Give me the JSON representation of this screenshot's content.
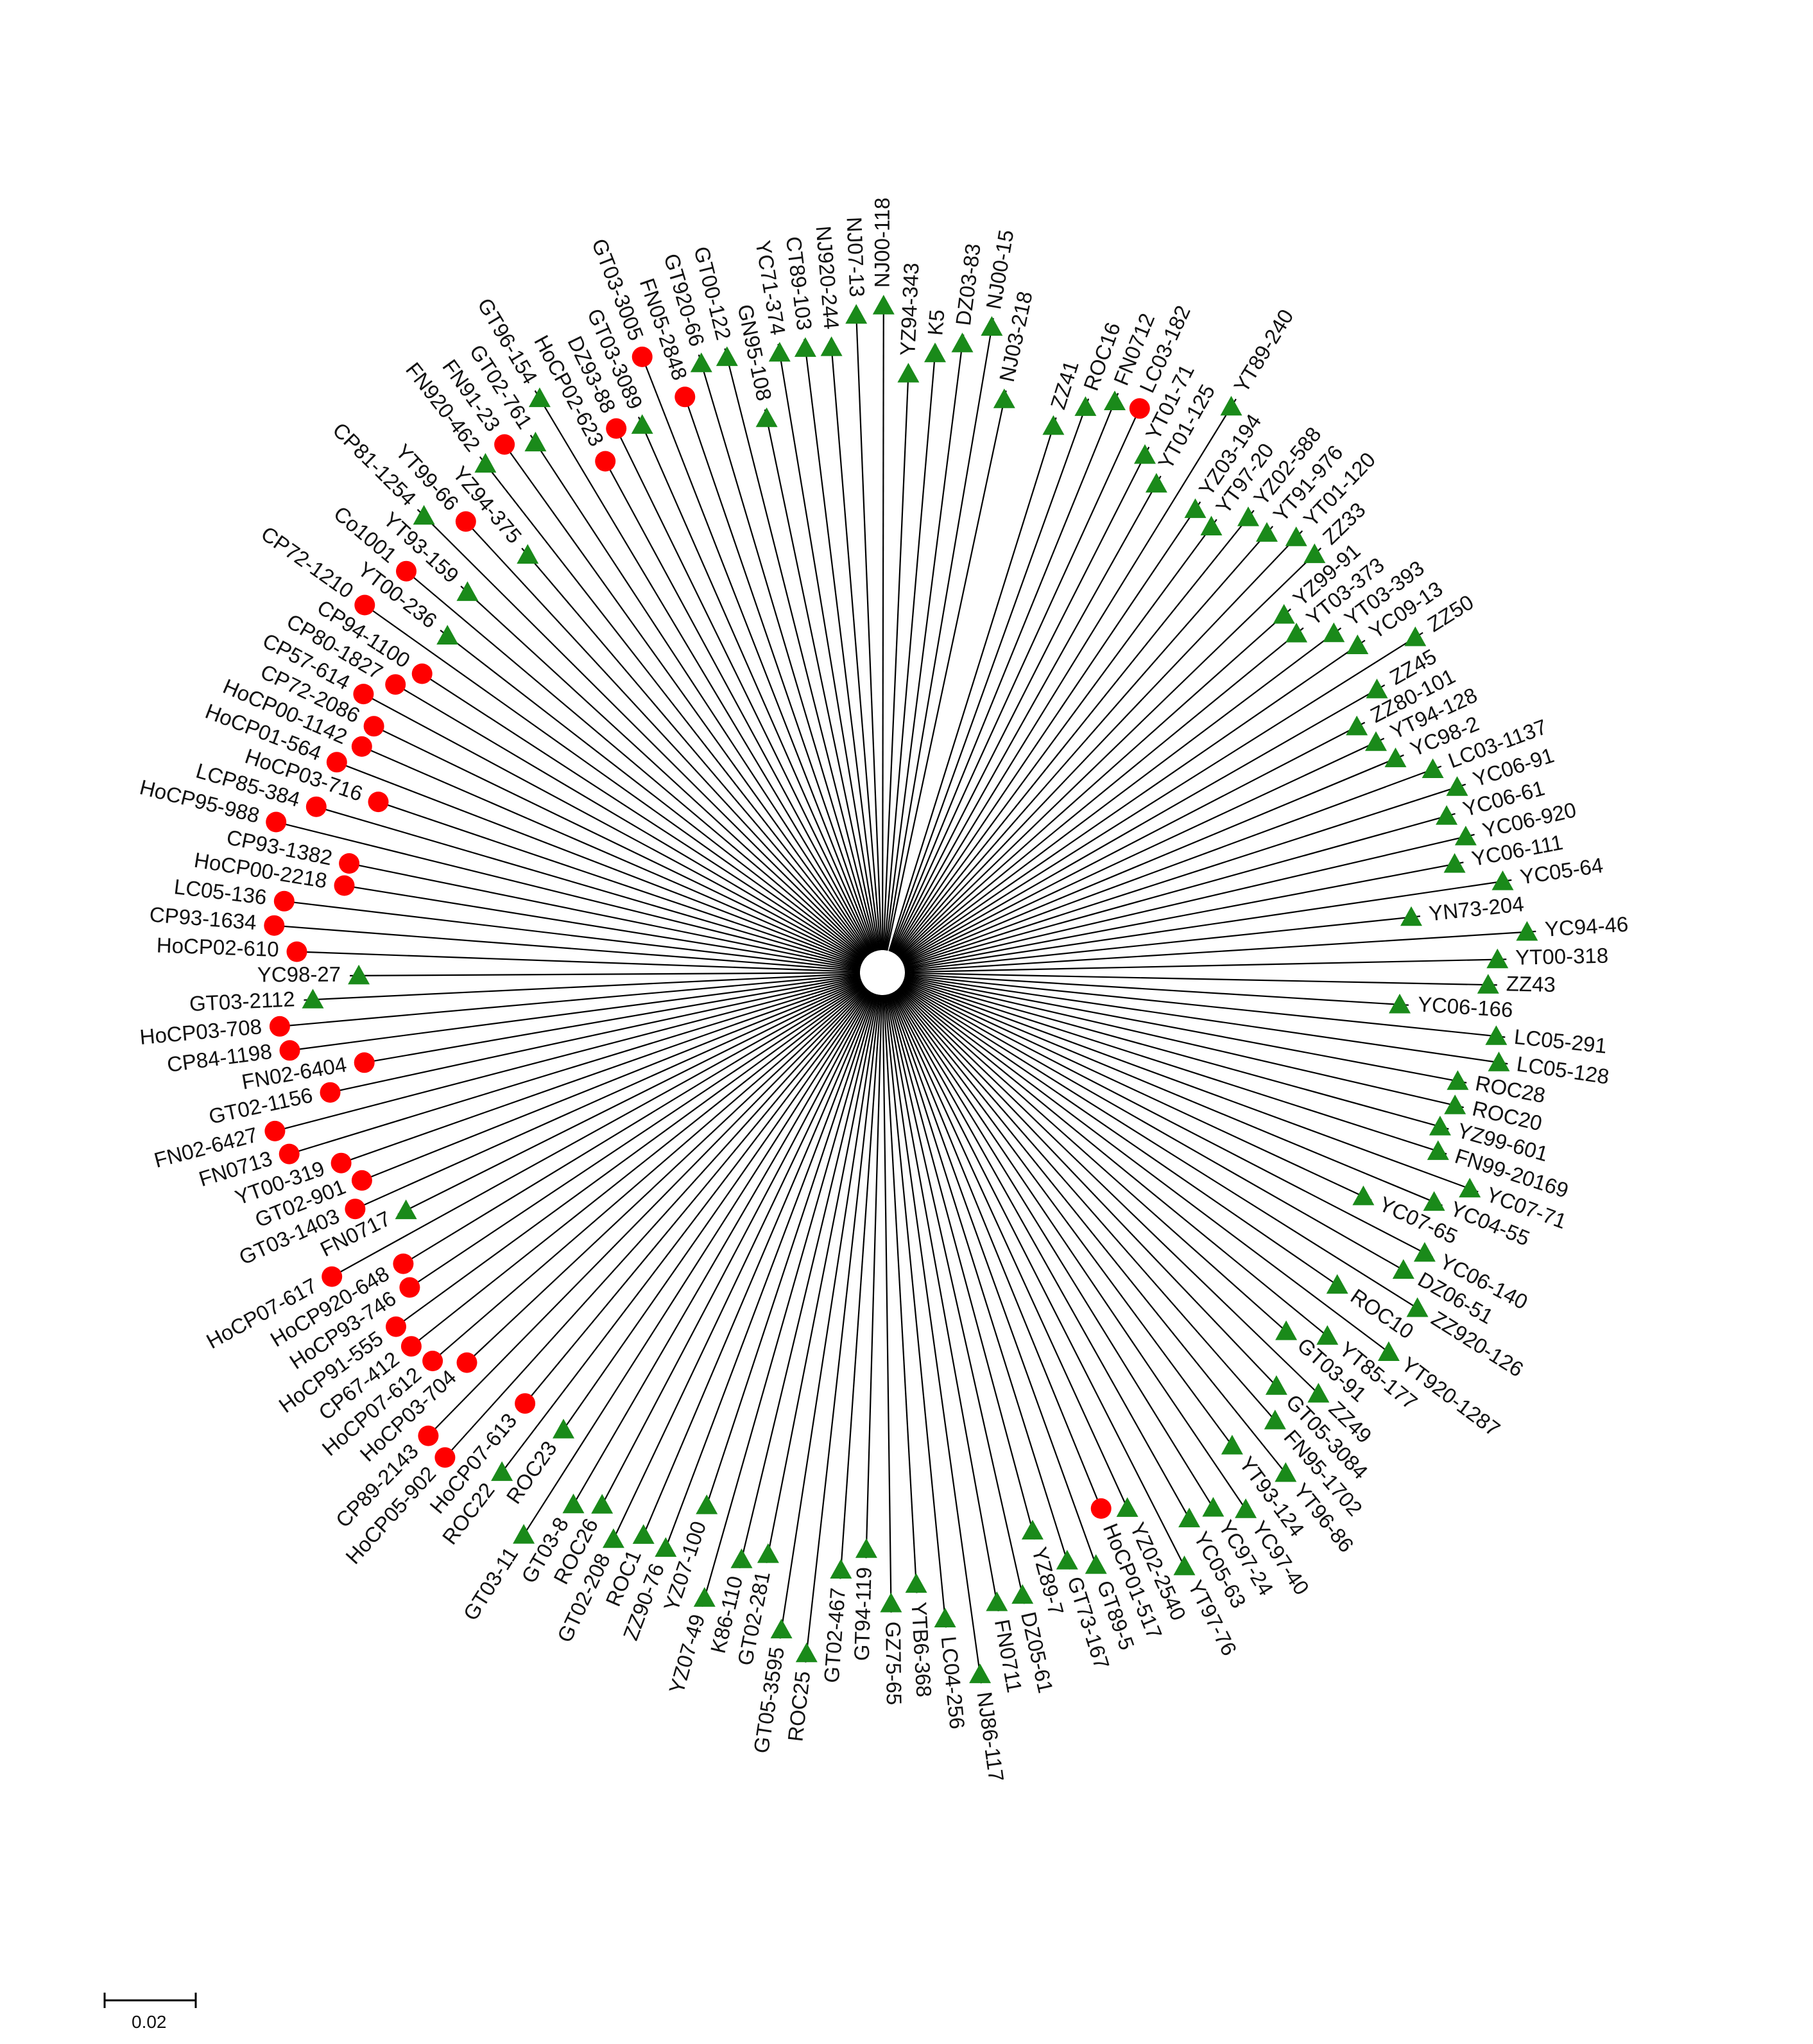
{
  "diagram": {
    "type": "unrooted radial phylogenetic tree",
    "branch_color": "#000000",
    "marker_colors": {
      "circle": "#ff0000",
      "triangle": "#1a8a1a"
    },
    "scale_bar": {
      "label": "0.02"
    },
    "leaves": [
      {
        "label": "NJ03-218",
        "marker": "triangle"
      },
      {
        "label": "NJ00-15",
        "marker": "triangle"
      },
      {
        "label": "DZ03-83",
        "marker": "triangle"
      },
      {
        "label": "K5",
        "marker": "triangle"
      },
      {
        "label": "YZ94-343",
        "marker": "triangle"
      },
      {
        "label": "NJ00-118",
        "marker": "triangle"
      },
      {
        "label": "NJ07-13",
        "marker": "triangle"
      },
      {
        "label": "NJ920-244",
        "marker": "triangle"
      },
      {
        "label": "CT89-103",
        "marker": "triangle"
      },
      {
        "label": "YC71-374",
        "marker": "triangle"
      },
      {
        "label": "GN95-108",
        "marker": "triangle"
      },
      {
        "label": "GT00-122",
        "marker": "triangle"
      },
      {
        "label": "GT920-66",
        "marker": "triangle"
      },
      {
        "label": "FN05-2848",
        "marker": "circle"
      },
      {
        "label": "GT03-3005",
        "marker": "circle"
      },
      {
        "label": "GT03-3089",
        "marker": "triangle"
      },
      {
        "label": "DZ93-88",
        "marker": "circle"
      },
      {
        "label": "HoCP02-623",
        "marker": "circle"
      },
      {
        "label": "GT96-154",
        "marker": "triangle"
      },
      {
        "label": "GT02-761",
        "marker": "triangle"
      },
      {
        "label": "FN91-23",
        "marker": "circle"
      },
      {
        "label": "FN920-462",
        "marker": "triangle"
      },
      {
        "label": "YZ94-375",
        "marker": "triangle"
      },
      {
        "label": "YT99-66",
        "marker": "circle"
      },
      {
        "label": "CP81-1254",
        "marker": "triangle"
      },
      {
        "label": "YT93-159",
        "marker": "triangle"
      },
      {
        "label": "Co1001",
        "marker": "circle"
      },
      {
        "label": "YT00-236",
        "marker": "triangle"
      },
      {
        "label": "CP72-1210",
        "marker": "circle"
      },
      {
        "label": "CP94-1100",
        "marker": "circle"
      },
      {
        "label": "CP80-1827",
        "marker": "circle"
      },
      {
        "label": "CP57-614",
        "marker": "circle"
      },
      {
        "label": "CP72-2086",
        "marker": "circle"
      },
      {
        "label": "HoCP00-1142",
        "marker": "circle"
      },
      {
        "label": "HoCP01-564",
        "marker": "circle"
      },
      {
        "label": "HoCP03-716",
        "marker": "circle"
      },
      {
        "label": "LCP85-384",
        "marker": "circle"
      },
      {
        "label": "HoCP95-988",
        "marker": "circle"
      },
      {
        "label": "CP93-1382",
        "marker": "circle"
      },
      {
        "label": "HoCP00-2218",
        "marker": "circle"
      },
      {
        "label": "LC05-136",
        "marker": "circle"
      },
      {
        "label": "CP93-1634",
        "marker": "circle"
      },
      {
        "label": "HoCP02-610",
        "marker": "circle"
      },
      {
        "label": "YC98-27",
        "marker": "triangle"
      },
      {
        "label": "GT03-2112",
        "marker": "triangle"
      },
      {
        "label": "HoCP03-708",
        "marker": "circle"
      },
      {
        "label": "CP84-1198",
        "marker": "circle"
      },
      {
        "label": "FN02-6404",
        "marker": "circle"
      },
      {
        "label": "GT02-1156",
        "marker": "circle"
      },
      {
        "label": "FN02-6427",
        "marker": "circle"
      },
      {
        "label": "FN0713",
        "marker": "circle"
      },
      {
        "label": "YT00-319",
        "marker": "circle"
      },
      {
        "label": "GT02-901",
        "marker": "circle"
      },
      {
        "label": "GT03-1403",
        "marker": "circle"
      },
      {
        "label": "FN0717",
        "marker": "triangle"
      },
      {
        "label": "HoCP07-617",
        "marker": "circle"
      },
      {
        "label": "HoCP920-648",
        "marker": "circle"
      },
      {
        "label": "HoCP93-746",
        "marker": "circle"
      },
      {
        "label": "HoCP91-555",
        "marker": "circle"
      },
      {
        "label": "CP67-412",
        "marker": "circle"
      },
      {
        "label": "HoCP07-612",
        "marker": "circle"
      },
      {
        "label": "HoCP03-704",
        "marker": "circle"
      },
      {
        "label": "CP89-2143",
        "marker": "circle"
      },
      {
        "label": "HoCP05-902",
        "marker": "circle"
      },
      {
        "label": "HoCP07-613",
        "marker": "circle"
      },
      {
        "label": "ROC22",
        "marker": "triangle"
      },
      {
        "label": "ROC23",
        "marker": "triangle"
      },
      {
        "label": "GT03-11",
        "marker": "triangle"
      },
      {
        "label": "GT03-8",
        "marker": "triangle"
      },
      {
        "label": "ROC26",
        "marker": "triangle"
      },
      {
        "label": "GT02-208",
        "marker": "triangle"
      },
      {
        "label": "ROC1",
        "marker": "triangle"
      },
      {
        "label": "ZZ90-76",
        "marker": "triangle"
      },
      {
        "label": "YZ07-100",
        "marker": "triangle"
      },
      {
        "label": "YZ07-49",
        "marker": "triangle"
      },
      {
        "label": "K86-110",
        "marker": "triangle"
      },
      {
        "label": "GT02-281",
        "marker": "triangle"
      },
      {
        "label": "GT05-3595",
        "marker": "triangle"
      },
      {
        "label": "ROC25",
        "marker": "triangle"
      },
      {
        "label": "GT02-467",
        "marker": "triangle"
      },
      {
        "label": "GT94-119",
        "marker": "triangle"
      },
      {
        "label": "GZ75-65",
        "marker": "triangle"
      },
      {
        "label": "YTB6-368",
        "marker": "triangle"
      },
      {
        "label": "LC04-256",
        "marker": "triangle"
      },
      {
        "label": "NJ86-117",
        "marker": "triangle"
      },
      {
        "label": "FN0711",
        "marker": "triangle"
      },
      {
        "label": "DZ05-61",
        "marker": "triangle"
      },
      {
        "label": "YZ89-7",
        "marker": "triangle"
      },
      {
        "label": "GT73-167",
        "marker": "triangle"
      },
      {
        "label": "GT89-5",
        "marker": "triangle"
      },
      {
        "label": "HoCP01-517",
        "marker": "circle"
      },
      {
        "label": "YZ02-2540",
        "marker": "triangle"
      },
      {
        "label": "YT97-76",
        "marker": "triangle"
      },
      {
        "label": "YC05-63",
        "marker": "triangle"
      },
      {
        "label": "YC97-24",
        "marker": "triangle"
      },
      {
        "label": "YC97-40",
        "marker": "triangle"
      },
      {
        "label": "YT93-124",
        "marker": "triangle"
      },
      {
        "label": "YT96-86",
        "marker": "triangle"
      },
      {
        "label": "FN95-1702",
        "marker": "triangle"
      },
      {
        "label": "GT05-3084",
        "marker": "triangle"
      },
      {
        "label": "ZZ49",
        "marker": "triangle"
      },
      {
        "label": "GT03-91",
        "marker": "triangle"
      },
      {
        "label": "YT85-177",
        "marker": "triangle"
      },
      {
        "label": "YT920-1287",
        "marker": "triangle"
      },
      {
        "label": "ROC10",
        "marker": "triangle"
      },
      {
        "label": "ZZ920-126",
        "marker": "triangle"
      },
      {
        "label": "DZ06-51",
        "marker": "triangle"
      },
      {
        "label": "YC06-140",
        "marker": "triangle"
      },
      {
        "label": "YC07-65",
        "marker": "triangle"
      },
      {
        "label": "YC04-55",
        "marker": "triangle"
      },
      {
        "label": "YC07-71",
        "marker": "triangle"
      },
      {
        "label": "FN99-20169",
        "marker": "triangle"
      },
      {
        "label": "YZ99-601",
        "marker": "triangle"
      },
      {
        "label": "ROC20",
        "marker": "triangle"
      },
      {
        "label": "ROC28",
        "marker": "triangle"
      },
      {
        "label": "LC05-128",
        "marker": "triangle"
      },
      {
        "label": "LC05-291",
        "marker": "triangle"
      },
      {
        "label": "YC06-166",
        "marker": "triangle"
      },
      {
        "label": "ZZ43",
        "marker": "triangle"
      },
      {
        "label": "YT00-318",
        "marker": "triangle"
      },
      {
        "label": "YC94-46",
        "marker": "triangle"
      },
      {
        "label": "YN73-204",
        "marker": "triangle"
      },
      {
        "label": "YC05-64",
        "marker": "triangle"
      },
      {
        "label": "YC06-111",
        "marker": "triangle"
      },
      {
        "label": "YC06-920",
        "marker": "triangle"
      },
      {
        "label": "YC06-61",
        "marker": "triangle"
      },
      {
        "label": "YC06-91",
        "marker": "triangle"
      },
      {
        "label": "LC03-1137",
        "marker": "triangle"
      },
      {
        "label": "YC98-2",
        "marker": "triangle"
      },
      {
        "label": "YT94-128",
        "marker": "triangle"
      },
      {
        "label": "ZZ80-101",
        "marker": "triangle"
      },
      {
        "label": "ZZ45",
        "marker": "triangle"
      },
      {
        "label": "ZZ50",
        "marker": "triangle"
      },
      {
        "label": "YC09-13",
        "marker": "triangle"
      },
      {
        "label": "YT03-393",
        "marker": "triangle"
      },
      {
        "label": "YT03-373",
        "marker": "triangle"
      },
      {
        "label": "YZ99-91",
        "marker": "triangle"
      },
      {
        "label": "ZZ33",
        "marker": "triangle"
      },
      {
        "label": "YT01-120",
        "marker": "triangle"
      },
      {
        "label": "YT91-976",
        "marker": "triangle"
      },
      {
        "label": "YZ02-588",
        "marker": "triangle"
      },
      {
        "label": "YT97-20",
        "marker": "triangle"
      },
      {
        "label": "YZ03-194",
        "marker": "triangle"
      },
      {
        "label": "YT89-240",
        "marker": "triangle"
      },
      {
        "label": "YT01-125",
        "marker": "triangle"
      },
      {
        "label": "YT01-71",
        "marker": "triangle"
      },
      {
        "label": "LC03-182",
        "marker": "circle"
      },
      {
        "label": "FN0712",
        "marker": "triangle"
      },
      {
        "label": "ROC16",
        "marker": "triangle"
      },
      {
        "label": "ZZ41",
        "marker": "triangle"
      }
    ]
  }
}
